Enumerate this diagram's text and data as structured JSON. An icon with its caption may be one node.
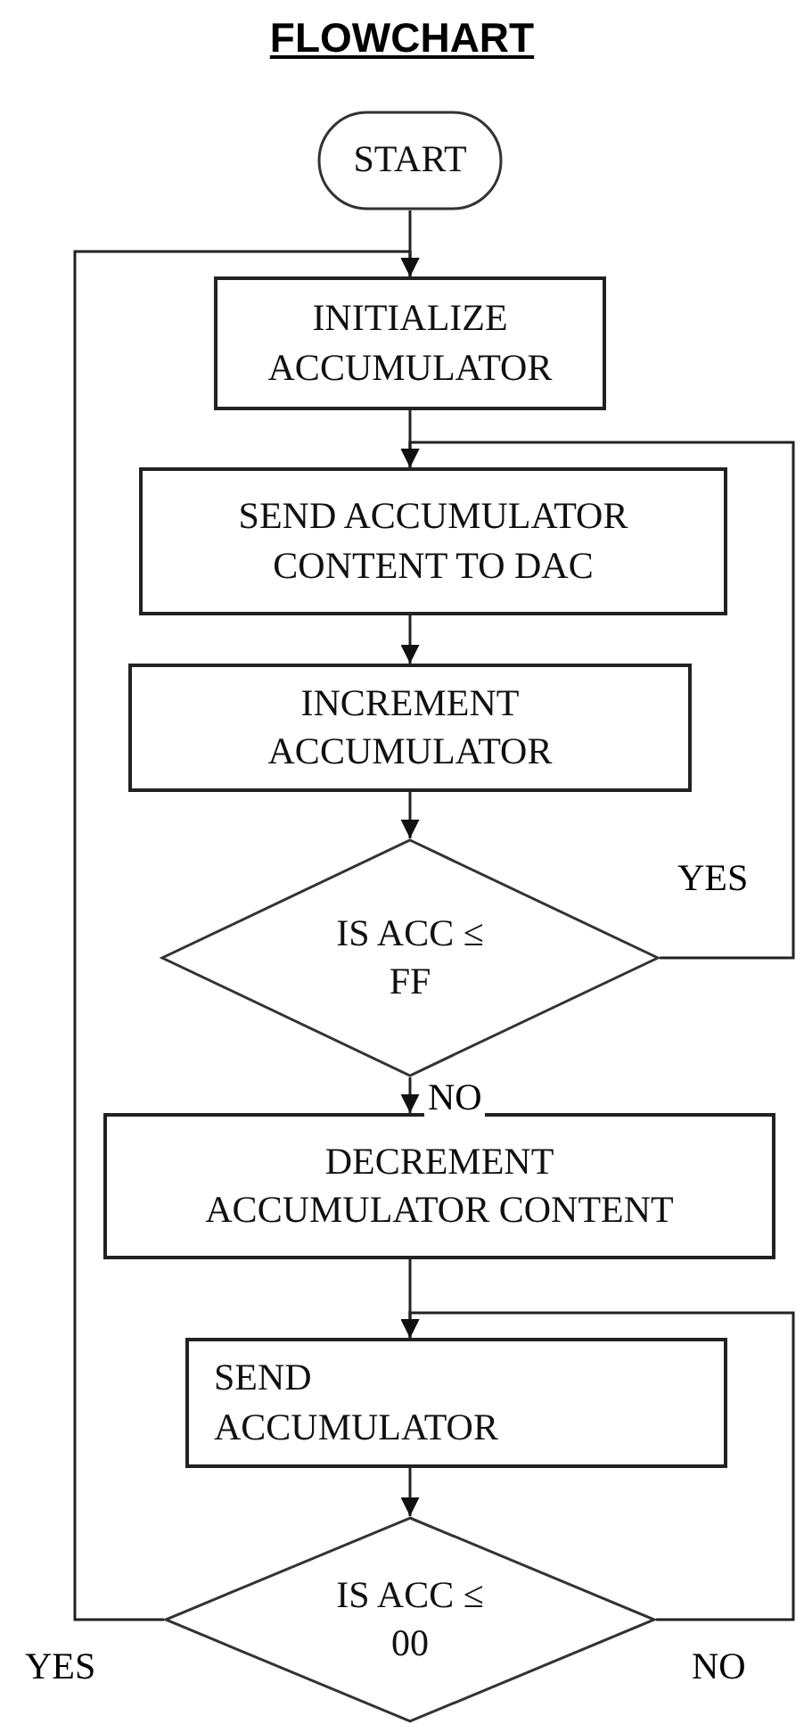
{
  "diagram": {
    "title": "FLOWCHART",
    "nodes": [
      {
        "text": [
          "START"
        ]
      },
      {
        "text": [
          "INITIALIZE ACCUMULATOR"
        ]
      },
      {
        "text": [
          "SEND ACCUMULATOR CONTENT TO DAC"
        ]
      },
      {
        "text": [
          "INCREMENT ACCUMULATOR"
        ]
      },
      {
        "text": [
          "IS ACC ≤ FF"
        ]
      },
      {
        "text": [
          "DECREMENT ACCUMULATOR CONTENT"
        ]
      },
      {
        "text": [
          "SEND ACCUMULATOR"
        ]
      },
      {
        "text": [
          "IS ACC ≤ 00"
        ]
      }
    ],
    "edges": [
      {
        "from": 0,
        "to": 1,
        "arrow": "to"
      },
      {
        "from": 1,
        "to": 2,
        "arrow": "to"
      },
      {
        "from": 2,
        "to": 3,
        "arrow": "to"
      },
      {
        "from": 3,
        "to": 4,
        "arrow": "to"
      },
      {
        "from": 4,
        "to": 2,
        "arrow": "to",
        "label": "YES"
      },
      {
        "from": 4,
        "to": 5,
        "arrow": "to",
        "label": "NO"
      },
      {
        "from": 5,
        "to": 6,
        "arrow": "to"
      },
      {
        "from": 6,
        "to": 7,
        "arrow": "to"
      },
      {
        "from": 7,
        "to": 1,
        "arrow": "to",
        "label": "YES"
      },
      {
        "from": 7,
        "to": 6,
        "arrow": "to",
        "label": "NO"
      }
    ]
  }
}
